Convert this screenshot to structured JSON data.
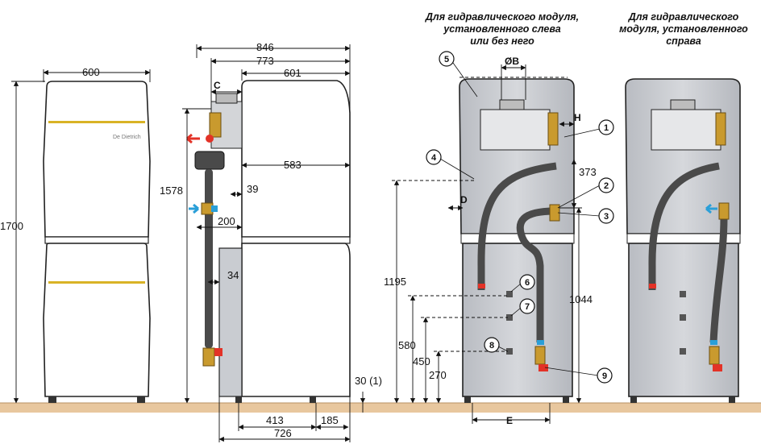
{
  "captions": {
    "left": [
      "Для гидравлического модуля,",
      "установленного слева",
      "или без него"
    ],
    "right": [
      "Для гидравлического",
      "модуля, установленного",
      "справа"
    ]
  },
  "brand": "De Dietrich",
  "dimensions": {
    "w600": "600",
    "h1700": "1700",
    "d846": "846",
    "d773": "773",
    "d601": "601",
    "c": "C",
    "d583": "583",
    "h1578": "1578",
    "d39": "39",
    "d200": "200",
    "d34": "34",
    "d30": "30 (1)",
    "d413": "413",
    "d185": "185",
    "d726": "726",
    "b": "ØB",
    "h": "H",
    "d373": "373",
    "d": "D",
    "h1195": "1195",
    "h1044": "1044",
    "h580": "580",
    "h450": "450",
    "h270": "270",
    "e": "E"
  },
  "markers": [
    "1",
    "2",
    "3",
    "4",
    "5",
    "6",
    "7",
    "8",
    "9"
  ],
  "colors": {
    "hose": "#4a4a4a",
    "cabinet": "#c9ccd1",
    "floor": "#e8c79e",
    "red": "#e33227",
    "blue": "#2a9fd8",
    "brass": "#c99a2e",
    "stripe": "#d9b326"
  }
}
